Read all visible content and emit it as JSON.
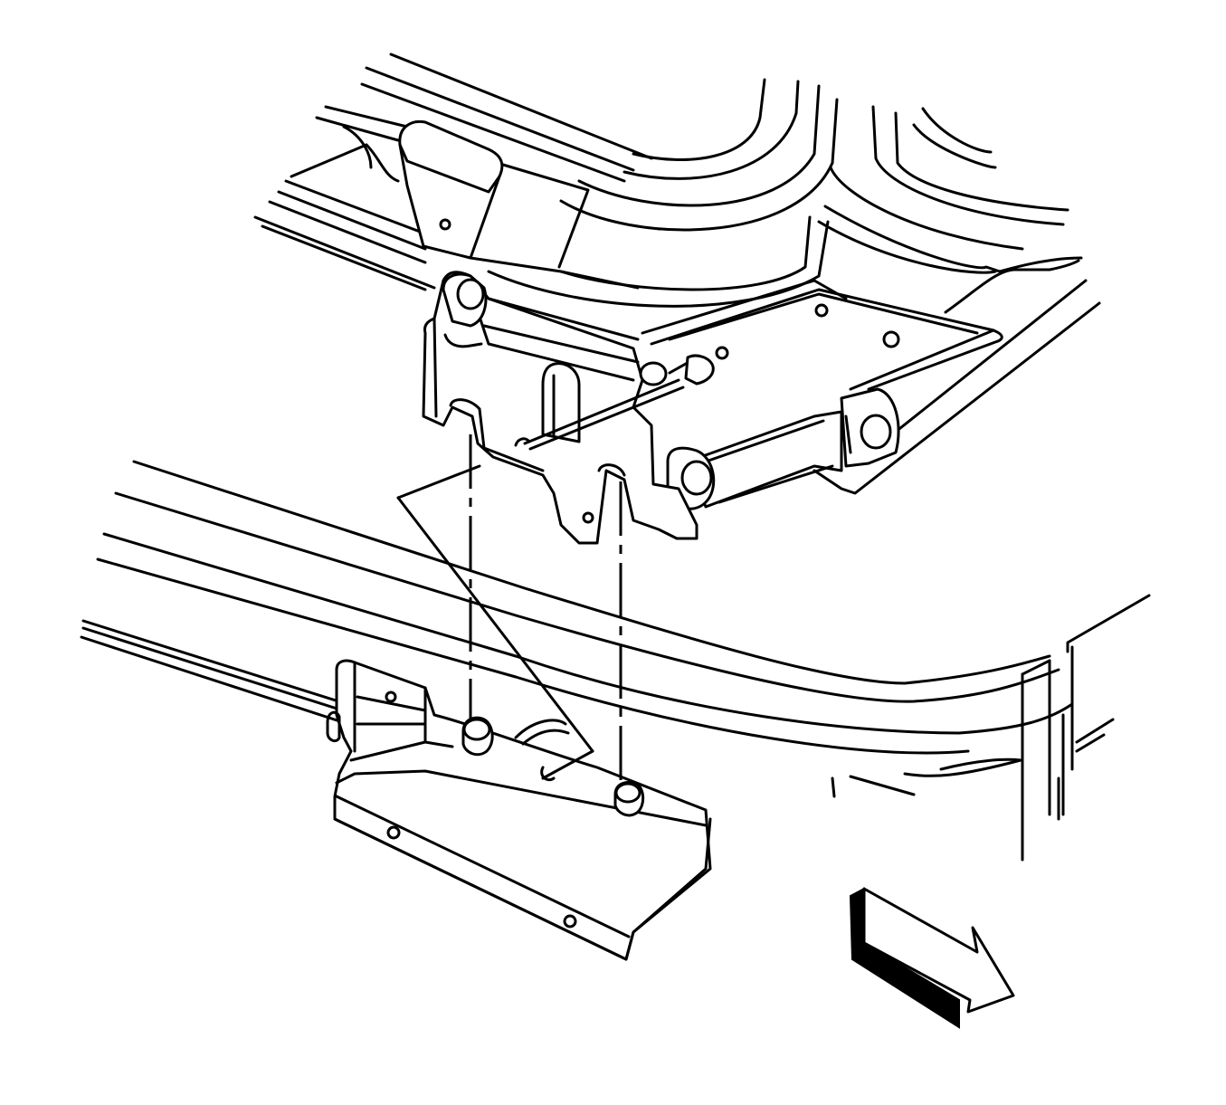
{
  "diagram": {
    "type": "technical-line-drawing",
    "colors": {
      "line": "#000000",
      "background": "#ffffff"
    },
    "parts": [
      {
        "key": "upper-body-floor",
        "icon": "body-panel"
      },
      {
        "key": "mounting-bracket",
        "icon": "bracket"
      },
      {
        "key": "mounting-bolt",
        "icon": "bolt"
      },
      {
        "key": "upper-bushing",
        "icon": "bushing"
      },
      {
        "key": "lower-frame-rail",
        "icon": "frame-rail"
      },
      {
        "key": "lower-mount-plate",
        "icon": "plate"
      },
      {
        "key": "locating-studs",
        "icon": "stud"
      },
      {
        "key": "front-direction-arrow",
        "icon": "arrow-icon"
      }
    ]
  }
}
